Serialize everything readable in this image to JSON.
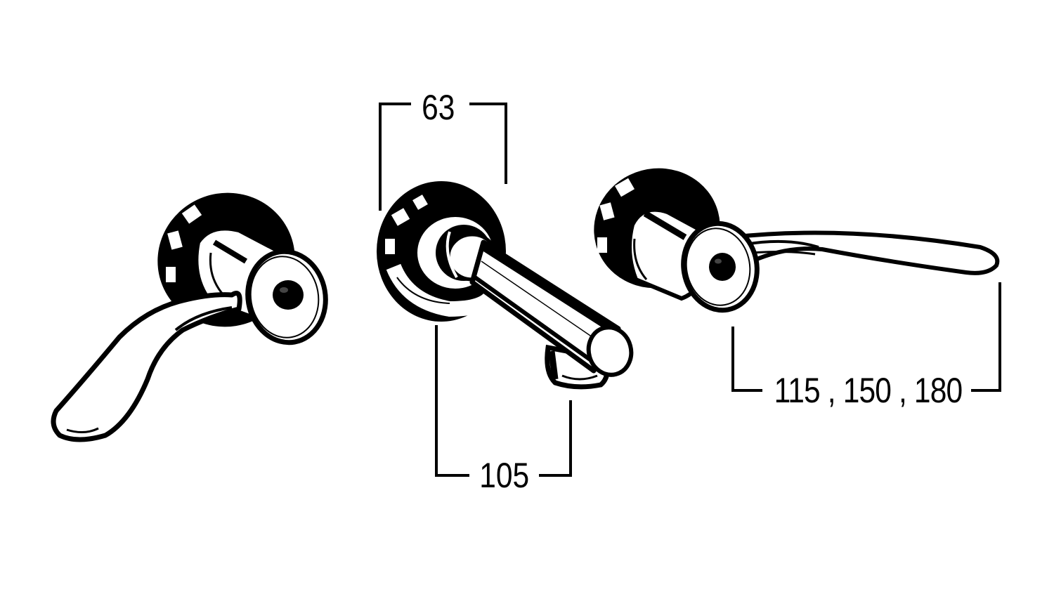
{
  "diagram": {
    "title": "Wall-mounted lever tap set with spout",
    "colors": {
      "ink": "#000000",
      "paper": "#ffffff"
    },
    "components": [
      {
        "id": "left-handle",
        "label": "Left lever tap handle"
      },
      {
        "id": "spout",
        "label": "Wall spout outlet"
      },
      {
        "id": "right-handle",
        "label": "Right lever tap handle"
      }
    ],
    "dimensions": {
      "flange_width": {
        "value": "63"
      },
      "spout_projection": {
        "value": "105"
      },
      "handle_lengths": {
        "value": "115 , 150 , 180"
      }
    }
  }
}
